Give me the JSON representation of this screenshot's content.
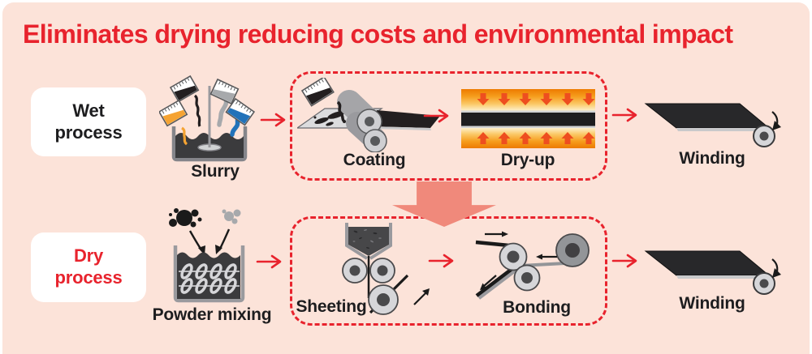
{
  "title": "Eliminates drying reducing costs and environmental impact",
  "wet": {
    "label": "Wet process",
    "steps": {
      "slurry": "Slurry",
      "coating": "Coating",
      "dryup": "Dry-up",
      "winding": "Winding"
    }
  },
  "dry": {
    "label": "Dry process",
    "steps": {
      "powder": "Powder mixing",
      "sheeting": "Sheeting",
      "bonding": "Bonding",
      "winding": "Winding"
    }
  },
  "colors": {
    "background": "#fce3d9",
    "accent_red": "#e8232d",
    "transform_arrow_salmon": "#f0897b",
    "label_black": "#1d1d1f",
    "panel_white": "#ffffff",
    "dryup_orange": "#ed7a00",
    "dryup_arrow": "#ee4e1f"
  },
  "icons": {
    "slurry": "slurry-mixing-tank-icon",
    "coating": "coating-rollers-icon",
    "dryup": "drying-oven-icon",
    "winding": "winding-roll-icon",
    "powder": "powder-mixing-tank-icon",
    "sheeting": "sheeting-calender-icon",
    "bonding": "bonding-laminator-icon",
    "flow": "flow-arrow-icon",
    "transform": "process-change-down-arrow-icon"
  }
}
